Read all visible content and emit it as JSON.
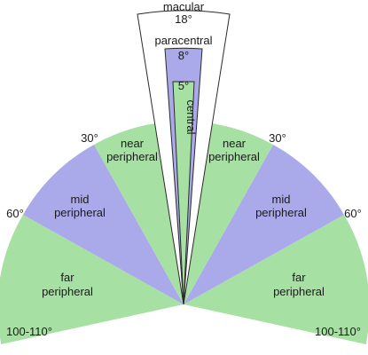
{
  "colors": {
    "far": "#a6e1a3",
    "mid": "#aaaaeb",
    "near": "#a6e1a3",
    "macular": "#ffffff",
    "paracentral": "#aaaaeb",
    "central": "#a6e1a3",
    "outline": "#2a2a2a"
  },
  "zones": {
    "macular": {
      "label": "macular",
      "degrees": "18°"
    },
    "paracentral": {
      "label": "paracentral",
      "degrees": "8°"
    },
    "central": {
      "degrees": "5°",
      "label": "central"
    },
    "near_left": {
      "line1": "near",
      "line2": "peripheral"
    },
    "near_right": {
      "line1": "near",
      "line2": "peripheral"
    },
    "mid_left": {
      "line1": "mid",
      "line2": "peripheral"
    },
    "mid_right": {
      "line1": "mid",
      "line2": "peripheral"
    },
    "far_left": {
      "line1": "far",
      "line2": "peripheral"
    },
    "far_right": {
      "line1": "far",
      "line2": "peripheral"
    }
  },
  "angles": {
    "left_30": "30°",
    "right_30": "30°",
    "left_60": "60°",
    "right_60": "60°",
    "left_far": "100-110°",
    "right_far": "100-110°"
  }
}
